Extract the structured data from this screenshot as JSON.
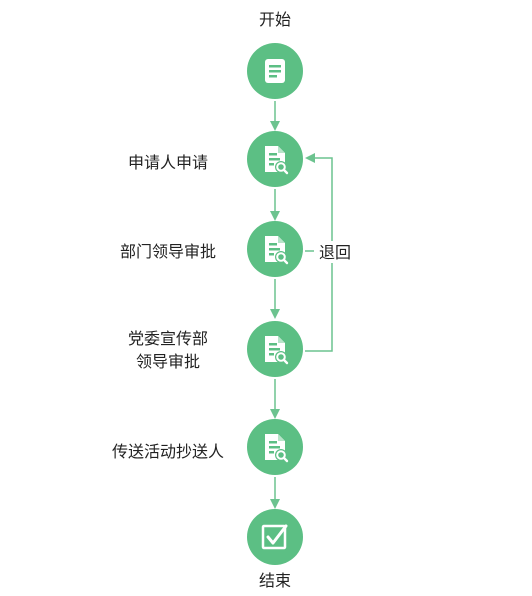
{
  "colors": {
    "node_fill": "#5cbf84",
    "edge": "#6cc38f",
    "icon": "#ffffff",
    "text": "#222222"
  },
  "nodes": [
    {
      "id": "start",
      "label": "开始",
      "icon": "document-icon"
    },
    {
      "id": "apply",
      "label": "申请人申请",
      "icon": "document-search-icon"
    },
    {
      "id": "dept",
      "label": "部门领导审批",
      "icon": "document-search-icon"
    },
    {
      "id": "party",
      "label_line1": "党委宣传部",
      "label_line2": "领导审批",
      "icon": "document-search-icon"
    },
    {
      "id": "cc",
      "label": "传送活动抄送人",
      "icon": "document-search-icon"
    },
    {
      "id": "end",
      "label": "结束",
      "icon": "checkbox-icon"
    }
  ],
  "edges": {
    "return_label": "退回"
  }
}
